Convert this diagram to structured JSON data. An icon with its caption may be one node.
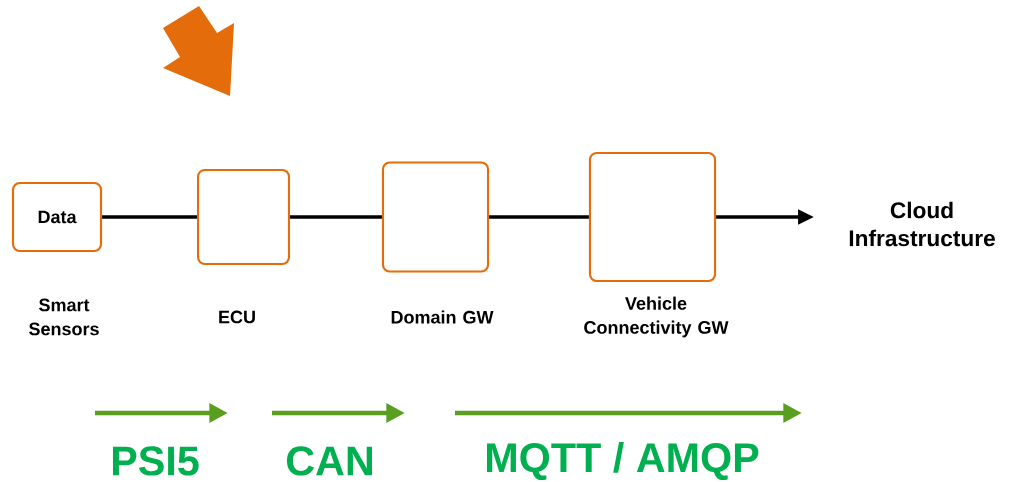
{
  "diagram": {
    "nodes": [
      {
        "text": [
          "Data"
        ],
        "beside": [
          "Smart Sensors"
        ]
      },
      {
        "text": [],
        "shape": "box",
        "beside": [
          "ECU"
        ]
      },
      {
        "text": [],
        "shape": "box",
        "beside": [
          "Domain GW"
        ]
      },
      {
        "text": [],
        "shape": "box",
        "beside": [
          "Vehicle Connectivity GW"
        ]
      },
      {
        "text": [
          "Cloud Infrastructure"
        ]
      }
    ],
    "edges": [
      {
        "from": 0,
        "to": 1,
        "arrow": "none"
      },
      {
        "from": 1,
        "to": 2,
        "arrow": "none"
      },
      {
        "from": 2,
        "to": 3,
        "arrow": "none"
      },
      {
        "from": 3,
        "to": 4,
        "arrow": "to"
      }
    ],
    "labels": [
      "PSI5",
      "CAN",
      "MQTT / AMQP"
    ]
  }
}
